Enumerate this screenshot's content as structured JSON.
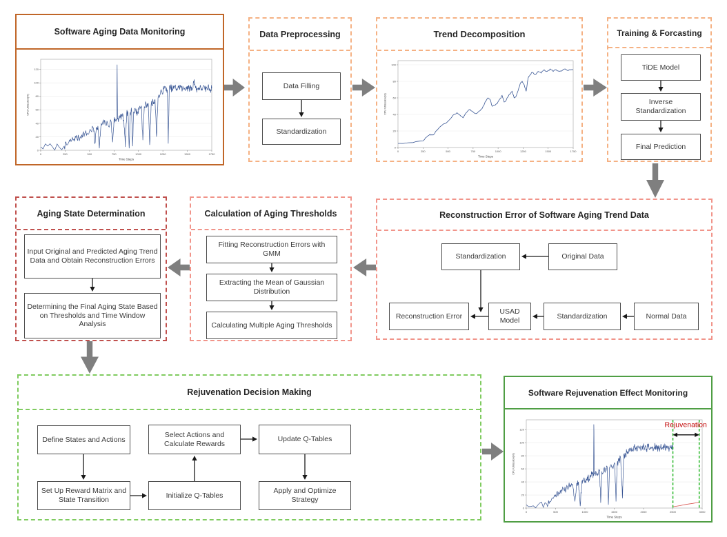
{
  "panels": {
    "monitoring": {
      "title": "Software Aging Data Monitoring"
    },
    "preprocessing": {
      "title": "Data Preprocessing",
      "nodes": {
        "data_filling": "Data Filling",
        "standardization": "Standardization"
      }
    },
    "trend": {
      "title": "Trend Decomposition"
    },
    "training": {
      "title": "Training & Forcasting",
      "nodes": {
        "tide": "TiDE Model",
        "inverse": "Inverse Standardization",
        "final": "Final Prediction"
      }
    },
    "recon": {
      "title": "Reconstruction Error of Software Aging Trend Data",
      "nodes": {
        "std_top": "Standardization",
        "original": "Original Data",
        "recon_err": "Reconstruction Error",
        "usad": "USAD Model",
        "std_bottom": "Standardization",
        "normal": "Normal Data"
      }
    },
    "thresholds": {
      "title": "Calculation of Aging Thresholds",
      "nodes": {
        "fitting": "Fitting Reconstruction Errors with GMM",
        "extracting": "Extracting the Mean of Gaussian Distribution",
        "calculating": "Calculating Multiple Aging Thresholds"
      }
    },
    "aging_state": {
      "title": "Aging State Determination",
      "nodes": {
        "input": "Input Original and Predicted Aging Trend Data and Obtain Reconstruction Errors",
        "determining": "Determining the Final Aging State Based on Thresholds and Time Window Analysis"
      }
    },
    "decision": {
      "title": "Rejuvenation Decision Making",
      "nodes": {
        "define": "Define States and Actions",
        "select": "Select Actions and Calculate Rewards",
        "update": "Update Q-Tables",
        "setup": "Set Up Reward Matrix and State Transition",
        "initialize": "Initialize Q-Tables",
        "apply": "Apply and Optimize Strategy"
      }
    },
    "effect": {
      "title": "Software Rejuvenation Effect Monitoring"
    }
  },
  "colors": {
    "monitoring_border": "#C06628",
    "preprocess_border": "#F5B183",
    "error_border": "#F1948A",
    "aging_state_border": "#C0504D",
    "decision_border": "#7FCB5F",
    "effect_border": "#4F9E44",
    "flow_arrow": "#7F7F7F",
    "node_border": "#4D4D4D",
    "series_blue": "#3A5795",
    "rejuvenation_red": "#C00000",
    "vline_green": "#3FBF3F"
  },
  "chart_data": [
    {
      "id": "monitoring",
      "type": "line",
      "title": "",
      "xlabel": "Time Steps",
      "ylabel": "CPU Utilization(%)",
      "x_range": [
        0,
        1750
      ],
      "y_range": [
        0,
        135
      ],
      "x_ticks": [
        0,
        250,
        500,
        750,
        1000,
        1250,
        1500,
        1750
      ],
      "y_ticks": [
        0,
        20,
        40,
        60,
        80,
        100,
        120
      ],
      "grid": "horizontal",
      "legend": "none",
      "series": [
        {
          "name": "cpu-utilization",
          "color": "#3A5795",
          "width": 0.7,
          "noise": 5.5,
          "steps": 5,
          "seed": 7,
          "anchors": [
            [
              0,
              5
            ],
            [
              120,
              5
            ],
            [
              240,
              6
            ],
            [
              270,
              8
            ],
            [
              300,
              13
            ],
            [
              330,
              16
            ],
            [
              360,
              19
            ],
            [
              390,
              17
            ],
            [
              420,
              23
            ],
            [
              450,
              25
            ],
            [
              480,
              24
            ],
            [
              510,
              30
            ],
            [
              540,
              33
            ],
            [
              555,
              10
            ],
            [
              570,
              34
            ],
            [
              585,
              36
            ],
            [
              600,
              3
            ],
            [
              615,
              35
            ],
            [
              630,
              39
            ],
            [
              660,
              41
            ],
            [
              690,
              37
            ],
            [
              720,
              43
            ],
            [
              735,
              12
            ],
            [
              750,
              45
            ],
            [
              765,
              44
            ],
            [
              778,
              47
            ],
            [
              782,
              127
            ],
            [
              786,
              46
            ],
            [
              810,
              48
            ],
            [
              830,
              52
            ],
            [
              850,
              45
            ],
            [
              865,
              5
            ],
            [
              880,
              55
            ],
            [
              895,
              52
            ],
            [
              905,
              3
            ],
            [
              915,
              56
            ],
            [
              930,
              58
            ],
            [
              940,
              6
            ],
            [
              950,
              57
            ],
            [
              970,
              60
            ],
            [
              990,
              55
            ],
            [
              1010,
              63
            ],
            [
              1030,
              66
            ],
            [
              1045,
              15
            ],
            [
              1060,
              65
            ],
            [
              1080,
              68
            ],
            [
              1100,
              70
            ],
            [
              1115,
              8
            ],
            [
              1130,
              67
            ],
            [
              1150,
              72
            ],
            [
              1170,
              75
            ],
            [
              1185,
              20
            ],
            [
              1200,
              78
            ],
            [
              1220,
              82
            ],
            [
              1240,
              87
            ],
            [
              1260,
              91
            ],
            [
              1280,
              92
            ],
            [
              1295,
              90
            ],
            [
              1305,
              10
            ],
            [
              1315,
              91
            ],
            [
              1330,
              93
            ],
            [
              1350,
              90
            ],
            [
              1370,
              94
            ],
            [
              1390,
              91
            ],
            [
              1410,
              93
            ],
            [
              1430,
              95
            ],
            [
              1450,
              90
            ],
            [
              1470,
              92
            ],
            [
              1490,
              94
            ],
            [
              1510,
              91
            ],
            [
              1530,
              93
            ],
            [
              1550,
              90
            ],
            [
              1570,
              105
            ],
            [
              1585,
              92
            ],
            [
              1600,
              90
            ],
            [
              1620,
              93
            ],
            [
              1640,
              91
            ],
            [
              1660,
              94
            ],
            [
              1680,
              90
            ],
            [
              1700,
              92
            ],
            [
              1720,
              93
            ],
            [
              1735,
              90
            ],
            [
              1750,
              92
            ]
          ]
        }
      ]
    },
    {
      "id": "trend",
      "type": "line",
      "title": "",
      "xlabel": "Time Steps",
      "ylabel": "CPU Utilization(%)",
      "x_range": [
        0,
        1750
      ],
      "y_range": [
        0,
        105
      ],
      "x_ticks": [
        0,
        250,
        500,
        750,
        1000,
        1250,
        1500,
        1750
      ],
      "y_ticks": [
        0,
        20,
        40,
        60,
        80,
        100
      ],
      "grid": "horizontal",
      "legend": "none",
      "series": [
        {
          "name": "aging-trend",
          "color": "#3A5795",
          "width": 0.8,
          "noise": 0.8,
          "steps": 3,
          "seed": 3,
          "anchors": [
            [
              0,
              5
            ],
            [
              150,
              6
            ],
            [
              250,
              8
            ],
            [
              290,
              13
            ],
            [
              320,
              16
            ],
            [
              350,
              15
            ],
            [
              390,
              21
            ],
            [
              430,
              26
            ],
            [
              470,
              29
            ],
            [
              510,
              33
            ],
            [
              550,
              39
            ],
            [
              590,
              42
            ],
            [
              620,
              39
            ],
            [
              650,
              36
            ],
            [
              690,
              43
            ],
            [
              720,
              46
            ],
            [
              750,
              43
            ],
            [
              780,
              41
            ],
            [
              810,
              44
            ],
            [
              840,
              47
            ],
            [
              870,
              55
            ],
            [
              900,
              60
            ],
            [
              920,
              58
            ],
            [
              940,
              50
            ],
            [
              960,
              51
            ],
            [
              990,
              53
            ],
            [
              1020,
              59
            ],
            [
              1040,
              63
            ],
            [
              1060,
              55
            ],
            [
              1080,
              57
            ],
            [
              1110,
              64
            ],
            [
              1140,
              68
            ],
            [
              1160,
              60
            ],
            [
              1180,
              62
            ],
            [
              1200,
              69
            ],
            [
              1220,
              77
            ],
            [
              1240,
              80
            ],
            [
              1260,
              76
            ],
            [
              1280,
              68
            ],
            [
              1300,
              84
            ],
            [
              1320,
              88
            ],
            [
              1340,
              91
            ],
            [
              1370,
              88
            ],
            [
              1400,
              92
            ],
            [
              1430,
              90
            ],
            [
              1460,
              94
            ],
            [
              1490,
              92
            ],
            [
              1520,
              95
            ],
            [
              1550,
              92
            ],
            [
              1580,
              94
            ],
            [
              1610,
              92
            ],
            [
              1640,
              93
            ],
            [
              1670,
              95
            ],
            [
              1700,
              93
            ],
            [
              1730,
              94
            ],
            [
              1750,
              94
            ]
          ]
        }
      ]
    },
    {
      "id": "effect",
      "type": "line",
      "title": "",
      "xlabel": "Time Steps",
      "ylabel": "CPU Utilization(%)",
      "x_range": [
        0,
        3000
      ],
      "y_range": [
        0,
        135
      ],
      "x_ticks": [
        0,
        500,
        1000,
        1500,
        2000,
        2500,
        3000
      ],
      "y_ticks": [
        0,
        20,
        40,
        60,
        80,
        100,
        120
      ],
      "grid": "horizontal",
      "legend": "none",
      "series": [
        {
          "name": "cpu-utilization",
          "color": "#3A5795",
          "width": 0.7,
          "noise": 5.5,
          "steps": 5,
          "seed": 11,
          "anchors": [
            [
              0,
              5
            ],
            [
              200,
              5
            ],
            [
              350,
              6
            ],
            [
              400,
              10
            ],
            [
              450,
              15
            ],
            [
              500,
              20
            ],
            [
              550,
              24
            ],
            [
              600,
              28
            ],
            [
              650,
              26
            ],
            [
              700,
              33
            ],
            [
              750,
              36
            ],
            [
              800,
              30
            ],
            [
              830,
              10
            ],
            [
              860,
              38
            ],
            [
              890,
              40
            ],
            [
              920,
              3
            ],
            [
              950,
              42
            ],
            [
              980,
              45
            ],
            [
              1010,
              40
            ],
            [
              1040,
              48
            ],
            [
              1070,
              44
            ],
            [
              1100,
              50
            ],
            [
              1130,
              52
            ],
            [
              1148,
              50
            ],
            [
              1152,
              128
            ],
            [
              1160,
              52
            ],
            [
              1190,
              55
            ],
            [
              1220,
              50
            ],
            [
              1250,
              58
            ],
            [
              1270,
              8
            ],
            [
              1290,
              56
            ],
            [
              1320,
              60
            ],
            [
              1350,
              55
            ],
            [
              1380,
              63
            ],
            [
              1400,
              5
            ],
            [
              1420,
              62
            ],
            [
              1450,
              66
            ],
            [
              1480,
              60
            ],
            [
              1510,
              68
            ],
            [
              1530,
              10
            ],
            [
              1550,
              67
            ],
            [
              1580,
              72
            ],
            [
              1610,
              76
            ],
            [
              1640,
              15
            ],
            [
              1660,
              78
            ],
            [
              1690,
              82
            ],
            [
              1720,
              86
            ],
            [
              1750,
              90
            ],
            [
              1780,
              92
            ],
            [
              1810,
              88
            ],
            [
              1840,
              93
            ],
            [
              1870,
              90
            ],
            [
              1900,
              94
            ],
            [
              1930,
              91
            ],
            [
              1960,
              89
            ],
            [
              1990,
              95
            ],
            [
              2020,
              92
            ],
            [
              2050,
              90
            ],
            [
              2080,
              94
            ],
            [
              2110,
              91
            ],
            [
              2140,
              93
            ],
            [
              2170,
              89
            ],
            [
              2200,
              95
            ],
            [
              2230,
              92
            ],
            [
              2260,
              90
            ],
            [
              2290,
              93
            ],
            [
              2320,
              91
            ],
            [
              2350,
              94
            ],
            [
              2380,
              90
            ],
            [
              2410,
              92
            ],
            [
              2440,
              91
            ],
            [
              2470,
              93
            ],
            [
              2500,
              92
            ]
          ]
        },
        {
          "name": "post-rejuvenation",
          "color": "#D9534F",
          "width": 0.8,
          "noise": 0.3,
          "steps": 4,
          "seed": 5,
          "anchors": [
            [
              2500,
              2
            ],
            [
              2950,
              9
            ]
          ]
        }
      ],
      "vlines": [
        {
          "x": 2500,
          "color": "#3FBF3F",
          "dash": "4,2.5"
        },
        {
          "x": 2950,
          "color": "#3FBF3F",
          "dash": "4,2.5"
        }
      ],
      "annotations": [
        {
          "type": "double_arrow",
          "x1": 2500,
          "x2": 2950,
          "y": 112,
          "color": "#111111"
        },
        {
          "type": "label",
          "text": "Rejuvenation",
          "x": 2720,
          "y": 124,
          "color": "#C00000",
          "size": 10.5
        }
      ]
    }
  ]
}
